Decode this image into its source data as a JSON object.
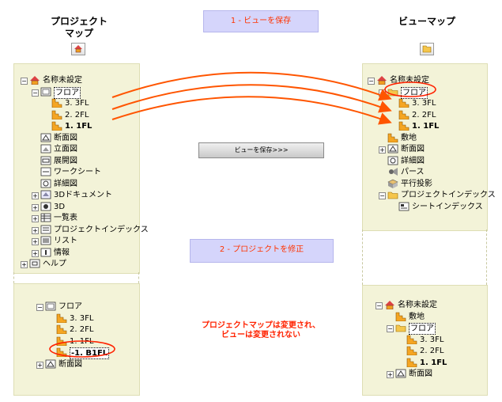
{
  "header": {
    "project_map_title": "プロジェクト\nマップ",
    "view_map_title": "ビューマップ"
  },
  "steps": {
    "step1": "1 - ビューを保存",
    "step2": "2 - プロジェクトを修正",
    "save_button": "ビューを保存>>>"
  },
  "note": "プロジェクトマップは変更され、\nビューは変更されない",
  "left_top_tree": [
    {
      "label": "名称未設定",
      "icon": "house-icon",
      "indent": 0,
      "exp": "−"
    },
    {
      "label": "フロア",
      "icon": "floor-icon",
      "indent": 1,
      "exp": "−",
      "selected": true
    },
    {
      "label": "3. 3FL",
      "icon": "story-icon",
      "indent": 2
    },
    {
      "label": "2. 2FL",
      "icon": "story-icon",
      "indent": 2
    },
    {
      "label": "1. 1FL",
      "icon": "story-icon",
      "indent": 2,
      "bold": true
    },
    {
      "label": "断面図",
      "icon": "section-icon",
      "indent": 1
    },
    {
      "label": "立面図",
      "icon": "elevation-icon",
      "indent": 1
    },
    {
      "label": "展開図",
      "icon": "interior-elevation-icon",
      "indent": 1
    },
    {
      "label": "ワークシート",
      "icon": "worksheet-icon",
      "indent": 1
    },
    {
      "label": "詳細図",
      "icon": "detail-icon",
      "indent": 1
    },
    {
      "label": "3Dドキュメント",
      "icon": "3d-document-icon",
      "indent": 1,
      "exp": "+"
    },
    {
      "label": "3D",
      "icon": "3d-icon",
      "indent": 1,
      "exp": "+"
    },
    {
      "label": "一覧表",
      "icon": "schedule-icon",
      "indent": 1,
      "exp": "+"
    },
    {
      "label": "プロジェクトインデックス",
      "icon": "project-index-icon",
      "indent": 1,
      "exp": "+"
    },
    {
      "label": "リスト",
      "icon": "list-icon",
      "indent": 1,
      "exp": "+"
    },
    {
      "label": "情報",
      "icon": "info-icon",
      "indent": 1,
      "exp": "+"
    },
    {
      "label": "ヘルプ",
      "icon": "help-icon",
      "indent": 0,
      "exp": "+"
    }
  ],
  "right_top_tree": [
    {
      "label": "名称未設定",
      "icon": "house-icon",
      "indent": 0,
      "exp": "−"
    },
    {
      "label": "フロア",
      "icon": "folder-icon",
      "indent": 1,
      "exp": "−",
      "selected": true
    },
    {
      "label": "3. 3FL",
      "icon": "story-icon",
      "indent": 2
    },
    {
      "label": "2. 2FL",
      "icon": "story-icon",
      "indent": 2
    },
    {
      "label": "1. 1FL",
      "icon": "story-icon",
      "indent": 2,
      "bold": true
    },
    {
      "label": "敷地",
      "icon": "story-icon",
      "indent": 1
    },
    {
      "label": "断面図",
      "icon": "section-icon",
      "indent": 1,
      "exp": "+"
    },
    {
      "label": "詳細図",
      "icon": "detail-icon",
      "indent": 1
    },
    {
      "label": "パース",
      "icon": "perspective-icon",
      "indent": 1
    },
    {
      "label": "平行投影",
      "icon": "axonometry-icon",
      "indent": 1
    },
    {
      "label": "プロジェクトインデックス",
      "icon": "folder-icon",
      "indent": 1,
      "exp": "−"
    },
    {
      "label": "シートインデックス",
      "icon": "sheet-index-icon",
      "indent": 2
    }
  ],
  "left_bottom_tree": [
    {
      "label": "フロア",
      "icon": "floor-icon",
      "indent": 0,
      "exp": "−"
    },
    {
      "label": "3. 3FL",
      "icon": "story-icon",
      "indent": 1
    },
    {
      "label": "2. 2FL",
      "icon": "story-icon",
      "indent": 1
    },
    {
      "label": "1. 1FL",
      "icon": "story-icon",
      "indent": 1
    },
    {
      "label": "-1. B1FL",
      "icon": "story-icon",
      "indent": 1,
      "bold": true,
      "selected": true
    },
    {
      "label": "断面図",
      "icon": "section-icon",
      "indent": 0,
      "exp": "+"
    }
  ],
  "right_bottom_tree": [
    {
      "label": "名称未設定",
      "icon": "house-icon",
      "indent": 0,
      "exp": "−"
    },
    {
      "label": "敷地",
      "icon": "story-icon",
      "indent": 1
    },
    {
      "label": "フロア",
      "icon": "folder-icon",
      "indent": 1,
      "exp": "−",
      "selected": true
    },
    {
      "label": "3. 3FL",
      "icon": "story-icon",
      "indent": 2
    },
    {
      "label": "2. 2FL",
      "icon": "story-icon",
      "indent": 2
    },
    {
      "label": "1. 1FL",
      "icon": "story-icon",
      "indent": 2,
      "bold": true
    },
    {
      "label": "断面図",
      "icon": "section-icon",
      "indent": 1,
      "exp": "+"
    }
  ],
  "colors": {
    "panel": "#f3f3d8",
    "step": "#d5d5fb",
    "accent": "#ff5500",
    "folder": "#f5a623"
  }
}
